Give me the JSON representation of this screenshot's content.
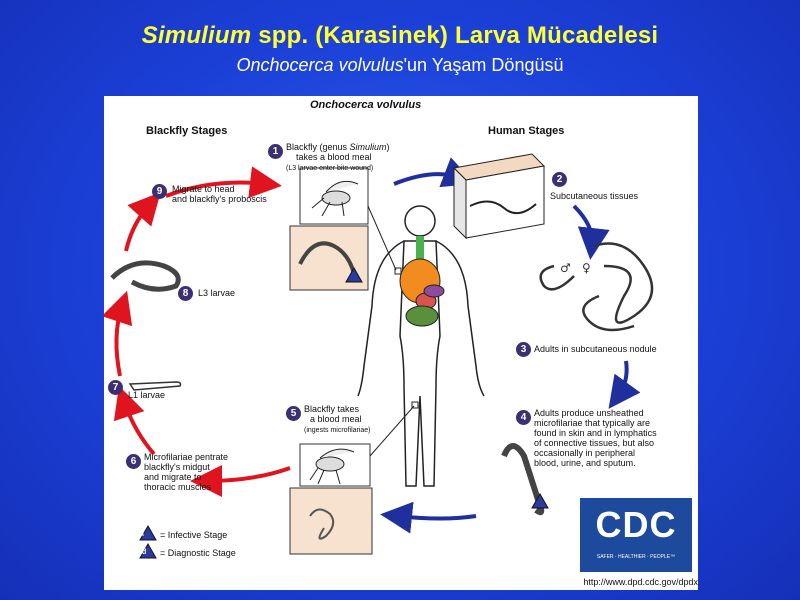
{
  "slide": {
    "title_italic": "Simulium",
    "title_rest": " spp. (Karasinek) Larva Mücadelesi",
    "subtitle_italic": "Onchocerca volvulus",
    "subtitle_rest": "'un Yaşam Döngüsü"
  },
  "diagram": {
    "top_label": "Onchocerca volvulus",
    "blackfly_stages": "Blackfly Stages",
    "human_stages": "Human Stages",
    "steps": [
      {
        "num": "1",
        "line1": "Blackfly (genus ",
        "line1_italic": "Simulium",
        "line1_end": ")",
        "line2": "takes a blood meal",
        "line3": "(L3 larvae enter bite wound)"
      },
      {
        "num": "2",
        "text": "Subcutaneous tissues"
      },
      {
        "num": "3",
        "text": "Adults in subcutaneous nodule"
      },
      {
        "num": "4",
        "lines": [
          "Adults produce unsheathed",
          "microfilariae that typically are",
          "found in skin and in lymphatics",
          "of connective tissues,  but also",
          "occasionally in peripheral",
          "blood, urine, and sputum."
        ]
      },
      {
        "num": "5",
        "line1": "Blackfly takes",
        "line2": "a blood meal",
        "line3": "(ingests microfilariae)"
      },
      {
        "num": "6",
        "lines": [
          "Microfilariae pentrate",
          "blackfly's midgut",
          "and migrate to",
          "thoracic muscles"
        ]
      },
      {
        "num": "7",
        "text": "L1 larvae"
      },
      {
        "num": "8",
        "text": "L3 larvae"
      },
      {
        "num": "9",
        "lines": [
          "Migrate to head",
          "and blackfly's proboscis"
        ]
      }
    ],
    "legend": {
      "infective_letter": "i",
      "infective": "= Infective Stage",
      "diagnostic_letter": "d",
      "diagnostic": "= Diagnostic Stage"
    },
    "cdc": {
      "logo": "CDC",
      "tagline": "SAFER · HEALTHIER · PEOPLE™"
    },
    "url": "http://www.dpd.cdc.gov/dpdx",
    "colors": {
      "background": "#1b3fd6",
      "title": "#ffff33",
      "arrow_blackfly": "#e0141e",
      "arrow_human": "#1f2f9e",
      "badge": "#3c2f73"
    }
  }
}
